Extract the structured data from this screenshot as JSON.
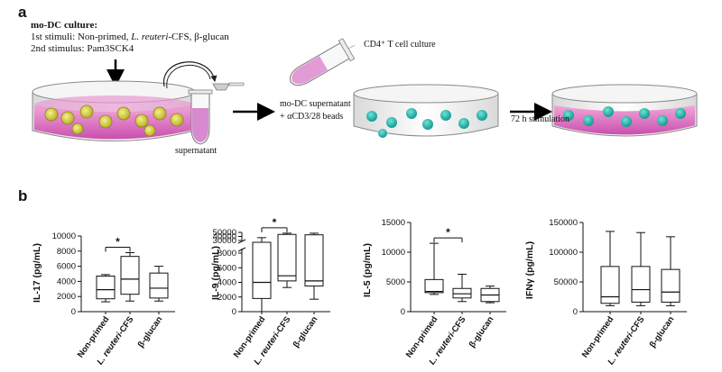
{
  "panel_a": {
    "letter": "a",
    "culture_title": "mo-DC culture:",
    "stimuli1_prefix": "1st stimuli: Non-primed, ",
    "stimuli1_italic": "L. reuteri",
    "stimuli1_suffix": "-CFS, β-glucan",
    "stimuli2": "2nd stimulus: Pam3SCK4",
    "supernatant": "supernatant",
    "cd4_label": "CD4⁺ T cell culture",
    "modc_supernatant": "mo-DC supernatant",
    "beads": "+ αCD3/28 beads",
    "stimulation": "72 h stimulation"
  },
  "panel_b": {
    "letter": "b",
    "significance_marker": "*"
  },
  "chart_data": [
    {
      "type": "box",
      "ylabel": "IL-17 (pg/mL)",
      "categories": [
        "Non-primed",
        "L. reuteri-CFS",
        "β-glucan"
      ],
      "italic_prefix": [
        "",
        "L. reuteri",
        ""
      ],
      "y_ticks": [
        "0",
        "2000",
        "4000",
        "6000",
        "8000",
        "10000"
      ],
      "ylim": [
        0,
        10000
      ],
      "boxes": [
        {
          "min": 1300,
          "q1": 1700,
          "median": 2900,
          "q3": 4700,
          "max": 4900
        },
        {
          "min": 1400,
          "q1": 2300,
          "median": 4300,
          "q3": 7300,
          "max": 7800
        },
        {
          "min": 1400,
          "q1": 1800,
          "median": 3100,
          "q3": 5100,
          "max": 6000
        }
      ],
      "significance": {
        "from": 0,
        "to": 1,
        "label": "*"
      }
    },
    {
      "type": "box",
      "ylabel": "IL-9 (pg/mL)",
      "categories": [
        "Non-primed",
        "L. reuteri-CFS",
        "β-glucan"
      ],
      "italic_prefix": [
        "",
        "L. reuteri",
        ""
      ],
      "y_ticks_lower": [
        "0",
        "2000",
        "4000",
        "6000",
        "8000"
      ],
      "y_ticks_upper": [
        "30000",
        "40000",
        "50000"
      ],
      "broken_axis": true,
      "boxes": [
        {
          "min": 0,
          "q1": 1800,
          "median": 4000,
          "q3": "30000+",
          "max": 37000
        },
        {
          "min": 3300,
          "q1": 4200,
          "median": 4900,
          "q3": 45000,
          "max": 48000
        },
        {
          "min": 1700,
          "q1": 3500,
          "median": 4200,
          "q3": 44000,
          "max": 48000
        }
      ],
      "significance": {
        "from": 0,
        "to": 1,
        "label": "*"
      }
    },
    {
      "type": "box",
      "ylabel": "IL-5 (pg/mL)",
      "categories": [
        "Non-primed",
        "L. reuteri-CFS",
        "β-glucan"
      ],
      "italic_prefix": [
        "",
        "L. reuteri",
        ""
      ],
      "y_ticks": [
        "0",
        "5000",
        "10000",
        "15000"
      ],
      "ylim": [
        0,
        15000
      ],
      "boxes": [
        {
          "min": 2900,
          "q1": 3200,
          "median": 3400,
          "q3": 5400,
          "max": 11500
        },
        {
          "min": 1700,
          "q1": 2300,
          "median": 3000,
          "q3": 3900,
          "max": 6300
        },
        {
          "min": 1500,
          "q1": 1700,
          "median": 2800,
          "q3": 3900,
          "max": 4300
        }
      ],
      "significance": {
        "from": 0,
        "to": 1,
        "label": "*"
      }
    },
    {
      "type": "box",
      "ylabel": "IFNγ (pg/mL)",
      "categories": [
        "Non-primed",
        "L. reuteri-CFS",
        "β-glucan"
      ],
      "italic_prefix": [
        "",
        "L. reuteri",
        ""
      ],
      "y_ticks": [
        "0",
        "50000",
        "100000",
        "150000"
      ],
      "ylim": [
        0,
        150000
      ],
      "boxes": [
        {
          "min": 10000,
          "q1": 14000,
          "median": 25000,
          "q3": 76000,
          "max": 135000
        },
        {
          "min": 10000,
          "q1": 16000,
          "median": 37000,
          "q3": 76000,
          "max": 133000
        },
        {
          "min": 10000,
          "q1": 16000,
          "median": 33000,
          "q3": 71000,
          "max": 126000
        }
      ]
    }
  ]
}
